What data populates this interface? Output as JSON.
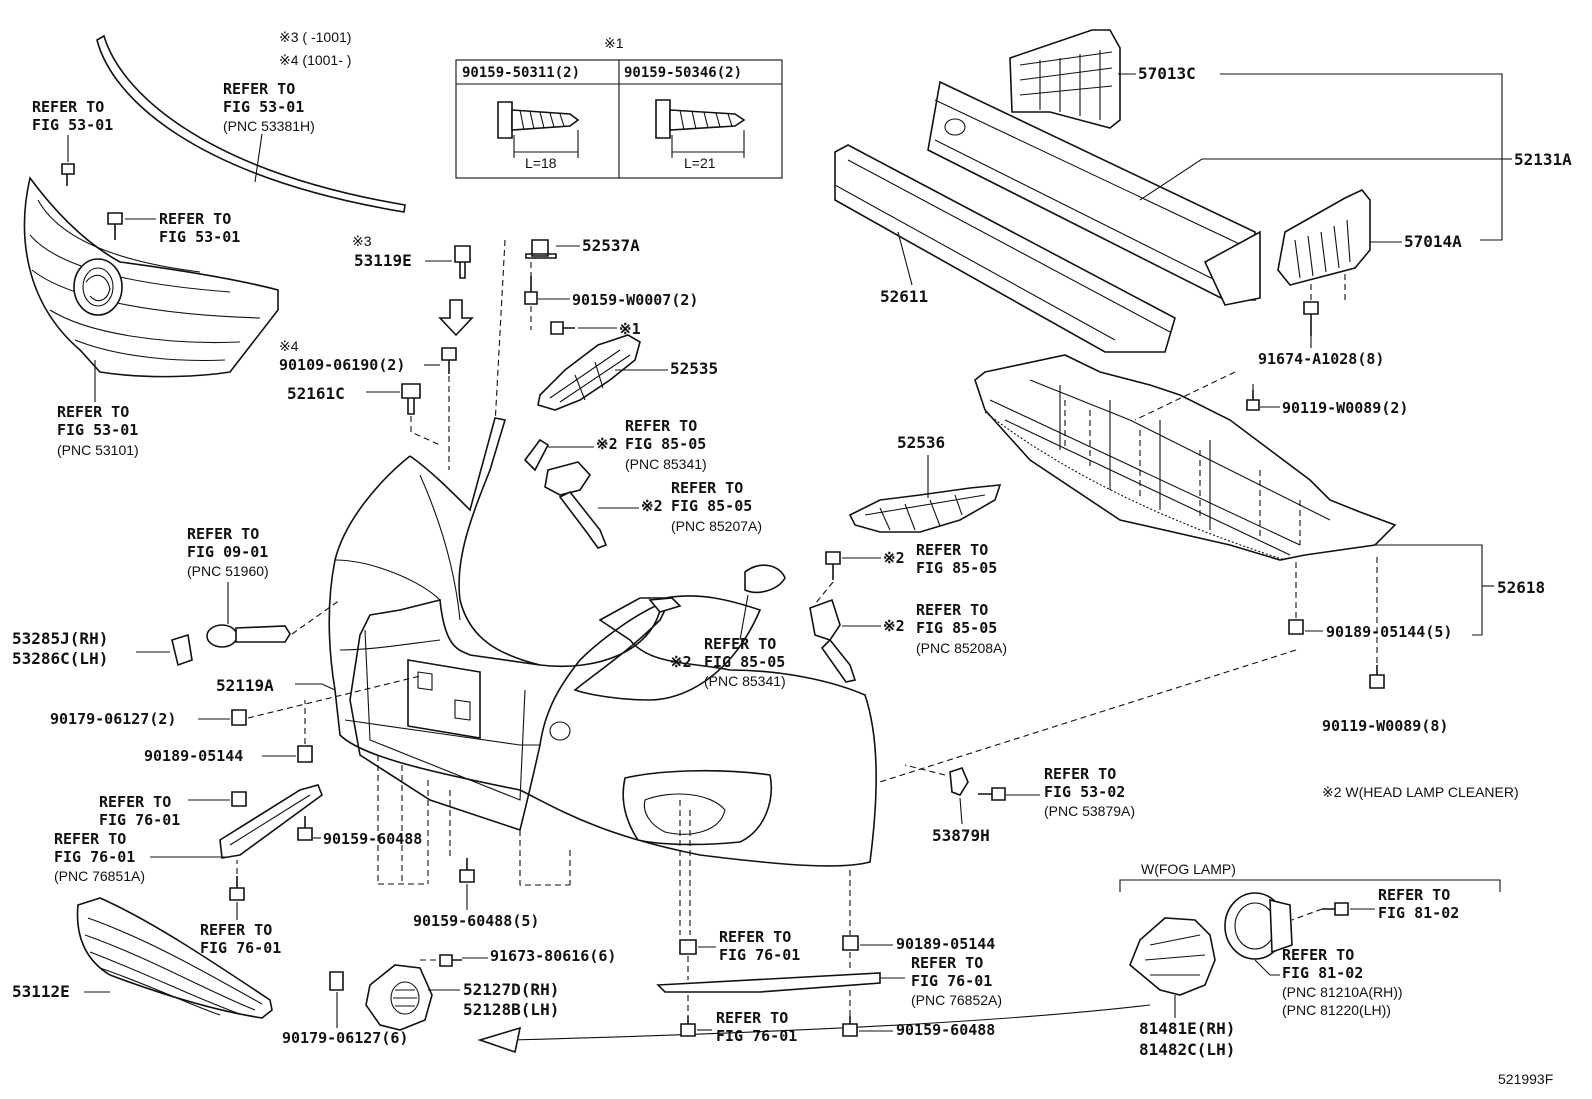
{
  "diagram_code": "521993F",
  "notes": {
    "note3": "※3 (      -1001)",
    "note4": "※4 (1001-      )",
    "note1_header": "※1",
    "note2": "※2 W(HEAD LAMP CLEANER)",
    "fog_header": "W(FOG LAMP)"
  },
  "bolt_table": {
    "col1": "90159-50311(2)",
    "col2": "90159-50346(2)",
    "len1": "L=18",
    "len2": "L=21"
  },
  "refs": [
    {
      "line1": "REFER TO",
      "line2": "FIG 53-01",
      "line3": ""
    },
    {
      "line1": "REFER TO",
      "line2": "FIG 53-01",
      "line3": "(PNC 53381H)"
    },
    {
      "line1": "REFER TO",
      "line2": "FIG 53-01",
      "line3": ""
    },
    {
      "line1": "REFER TO",
      "line2": "FIG 53-01",
      "line3": "(PNC 53101)"
    },
    {
      "line1": "REFER TO",
      "line2": "FIG 09-01",
      "line3": "(PNC 51960)"
    },
    {
      "line1": "REFER TO",
      "line2": "FIG 85-05",
      "line3": "(PNC 85341)"
    },
    {
      "line1": "REFER TO",
      "line2": "FIG 85-05",
      "line3": "(PNC 85207A)"
    },
    {
      "line1": "REFER TO",
      "line2": "FIG 85-05",
      "line3": ""
    },
    {
      "line1": "REFER TO",
      "line2": "FIG 85-05",
      "line3": "(PNC 85208A)"
    },
    {
      "line1": "REFER TO",
      "line2": "FIG 85-05",
      "line3": "(PNC 85341)"
    },
    {
      "line1": "REFER TO",
      "line2": "FIG 53-02",
      "line3": "(PNC 53879A)"
    },
    {
      "line1": "REFER TO",
      "line2": "FIG 76-01",
      "line3": ""
    },
    {
      "line1": "REFER TO",
      "line2": "FIG 76-01",
      "line3": "(PNC 76851A)"
    },
    {
      "line1": "REFER TO",
      "line2": "FIG 76-01",
      "line3": ""
    },
    {
      "line1": "REFER TO",
      "line2": "FIG 76-01",
      "line3": ""
    },
    {
      "line1": "REFER TO",
      "line2": "FIG 76-01",
      "line3": "(PNC 76852A)"
    },
    {
      "line1": "REFER TO",
      "line2": "FIG 76-01",
      "line3": ""
    },
    {
      "line1": "REFER TO",
      "line2": "FIG 81-02",
      "line3": ""
    },
    {
      "line1": "REFER TO",
      "line2": "FIG 81-02",
      "line3": "(PNC 81210A(RH))",
      "line4": "(PNC 81220(LH))"
    }
  ],
  "parts": {
    "p57013C": "57013C",
    "p52131A": "52131A",
    "p57014A": "57014A",
    "p52611": "52611",
    "p91674": "91674-A1028(8)",
    "p90119a": "90119-W0089(2)",
    "p52618": "52618",
    "p90189a": "90189-05144(5)",
    "p90119b": "90119-W0089(8)",
    "p52537A": "52537A",
    "p90159w": "90159-W0007(2)",
    "p52535": "52535",
    "mark1": "※1",
    "mark2": "※2",
    "mark3": "※3",
    "mark4": "※4",
    "p53119E": "53119E",
    "p90109": "90109-06190(2)",
    "p52161C": "52161C",
    "p52536": "52536",
    "p53285J": "53285J(RH)",
    "p53286C": "53286C(LH)",
    "p52119A": "52119A",
    "p90179a": "90179-06127(2)",
    "p90189b": "90189-05144",
    "p90159a": "90159-60488",
    "p90159b": "90159-60488(5)",
    "p53879H": "53879H",
    "p53112E": "53112E",
    "p91673": "91673-80616(6)",
    "p52127D": "52127D(RH)",
    "p52128B": "52128B(LH)",
    "p90179b": "90179-06127(6)",
    "p90189c": "90189-05144",
    "p90159c": "90159-60488",
    "p81481E": "81481E(RH)",
    "p81482C": "81482C(LH)"
  }
}
